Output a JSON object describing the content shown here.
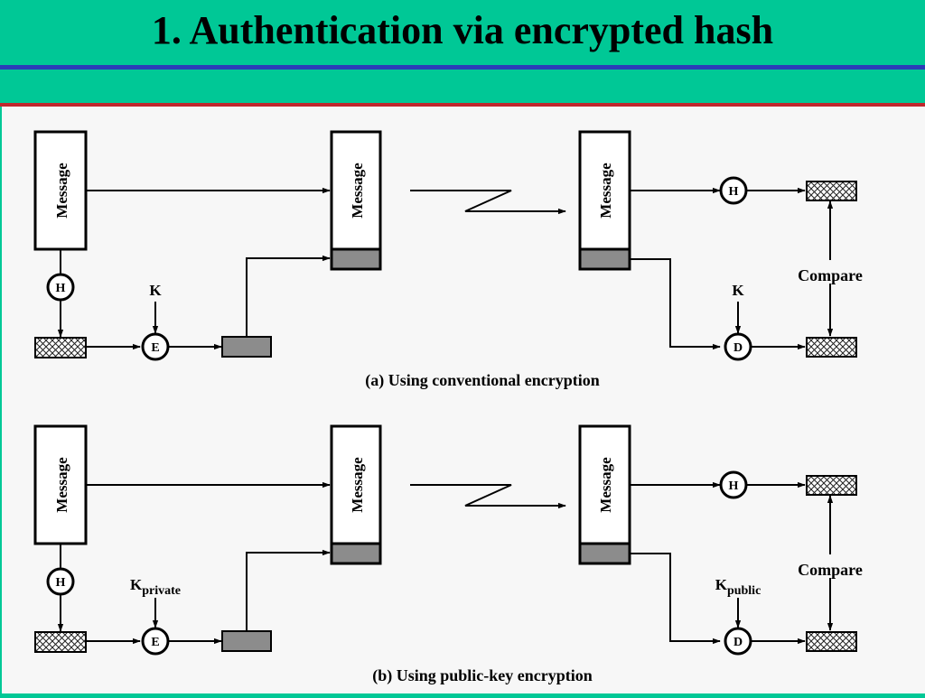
{
  "slide": {
    "title": "1. Authentication via encrypted hash"
  },
  "colors": {
    "background": "#00c896",
    "rule_blue": "#2b3cb8",
    "rule_red": "#c0272d",
    "panel": "#f7f7f7",
    "hash_block": "#c8c8c8",
    "encrypted_block": "#8c8c8c"
  },
  "diagram_a": {
    "caption": "(a) Using conventional encryption",
    "message_label": "Message",
    "hash_node": "H",
    "encrypt_node": "E",
    "decrypt_node": "D",
    "sender_key": "K",
    "receiver_key": "K",
    "compare_label": "Compare"
  },
  "diagram_b": {
    "caption": "(b) Using public-key encryption",
    "message_label": "Message",
    "hash_node": "H",
    "encrypt_node": "E",
    "decrypt_node": "D",
    "sender_key": "K",
    "sender_key_sub": "private",
    "receiver_key": "K",
    "receiver_key_sub": "public",
    "compare_label": "Compare"
  }
}
